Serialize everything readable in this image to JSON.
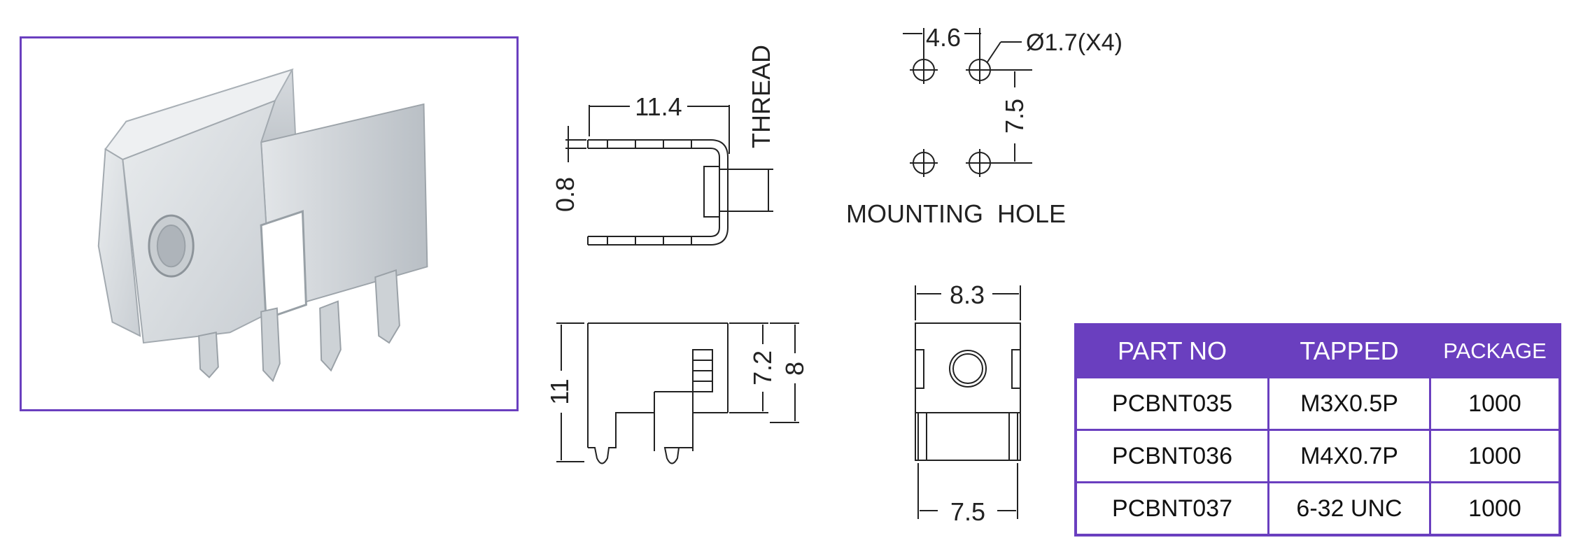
{
  "colors": {
    "accent": "#6a3fbf",
    "line": "#222222"
  },
  "photo": {
    "subject": "terminal-photo"
  },
  "drawing": {
    "dims": {
      "top_width": "11.4",
      "thread": "THREAD",
      "thickness": "0.8",
      "hole_pitch_x": "4.6",
      "hole_diameter": "Ø1.7(X4)",
      "hole_pitch_y": "7.5",
      "side_height": "11",
      "thread_height": "7.2",
      "body_height": "8",
      "front_width": "8.3",
      "pin_span": "7.5"
    },
    "mounting_hole_label": "MOUNTING  HOLE"
  },
  "table": {
    "headers": [
      "PART NO",
      "TAPPED",
      "PACKAGE"
    ],
    "rows": [
      [
        "PCBNT035",
        "M3X0.5P",
        "1000"
      ],
      [
        "PCBNT036",
        "M4X0.7P",
        "1000"
      ],
      [
        "PCBNT037",
        "6-32 UNC",
        "1000"
      ]
    ]
  }
}
